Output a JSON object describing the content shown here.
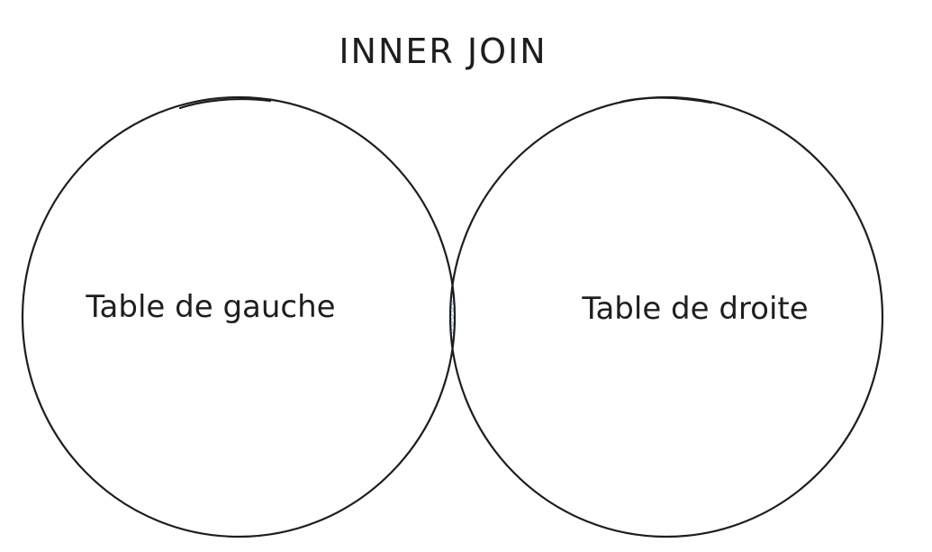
{
  "diagram": {
    "title": "INNER JOIN",
    "left_set": {
      "label": "Table de gauche"
    },
    "right_set": {
      "label": "Table de droite"
    },
    "intersection": {
      "hatch_color": "#a5c9f5"
    },
    "stroke_color": "#1e1e1e"
  }
}
